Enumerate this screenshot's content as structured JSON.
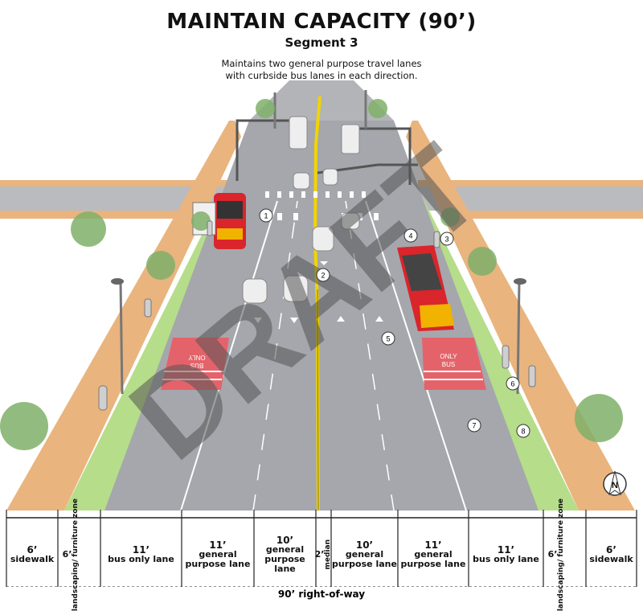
{
  "header": {
    "title": "MAINTAIN CAPACITY (90’)",
    "subtitle": "Segment 3",
    "description_line1": "Maintains two general purpose travel lanes",
    "description_line2": "with curbside bus lanes in each direction."
  },
  "street": {
    "watermark": "DRAFT",
    "markers": [
      "1",
      "2",
      "3",
      "4",
      "5",
      "6",
      "7",
      "8"
    ],
    "bus_lane_marking_top": "ONLY",
    "bus_lane_marking_bottom": "BUS",
    "north_arrow": "N",
    "colors": {
      "sidewalk": "#e9b47e",
      "landscaping": "#b6dd8a",
      "road": "#a5a7ad",
      "bus_lane": "#e4636a",
      "bus_body": "#d9252b",
      "median_line": "#f2d400"
    }
  },
  "cross_section": {
    "segments": [
      {
        "width": "6’",
        "label": "sidewalk",
        "vertical": false
      },
      {
        "width": "6’",
        "label": "landscaping/ furniture zone",
        "vertical": true
      },
      {
        "width": "11’",
        "label": "bus only lane",
        "vertical": false
      },
      {
        "width": "11’",
        "label": "general purpose lane",
        "vertical": false
      },
      {
        "width": "10’",
        "label": "general purpose lane",
        "vertical": false
      },
      {
        "width": "2’",
        "label": "median",
        "vertical": true
      },
      {
        "width": "10’",
        "label": "general purpose lane",
        "vertical": false
      },
      {
        "width": "11’",
        "label": "general purpose lane",
        "vertical": false
      },
      {
        "width": "11’",
        "label": "bus only lane",
        "vertical": false
      },
      {
        "width": "6’",
        "label": "landscaping/ furniture zone",
        "vertical": true
      },
      {
        "width": "6’",
        "label": "sidewalk",
        "vertical": false
      }
    ],
    "total": "90’ right-of-way"
  }
}
